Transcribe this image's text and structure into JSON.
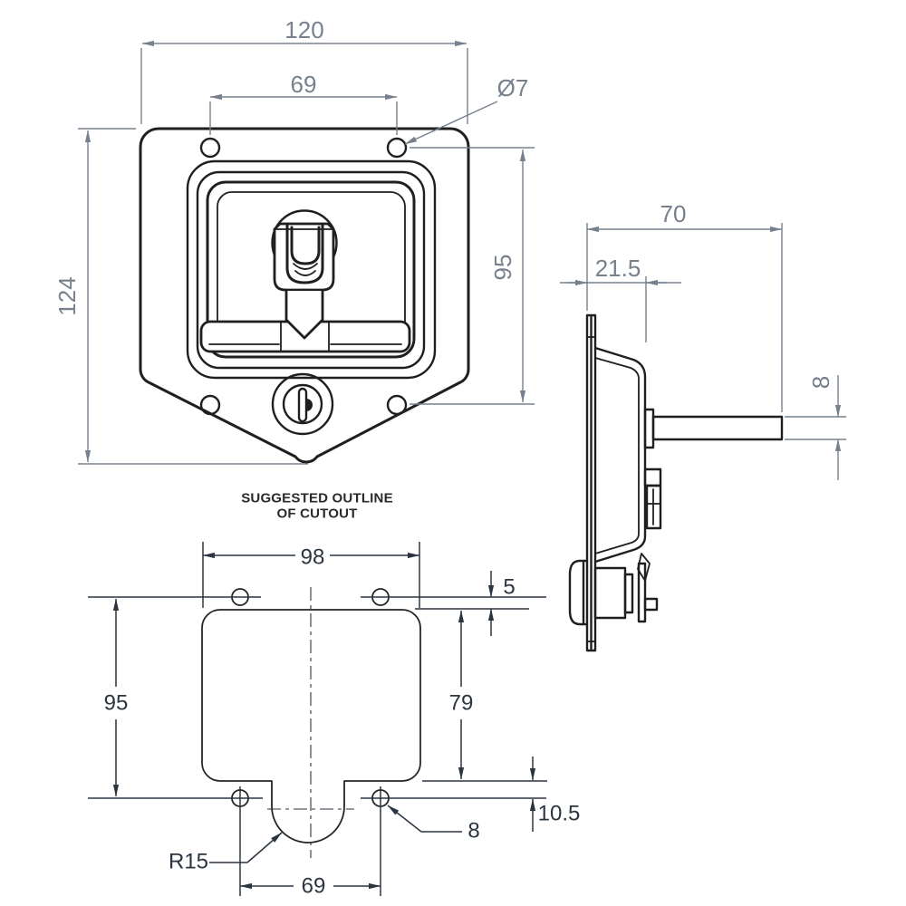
{
  "drawing": {
    "title_line1": "SUGGESTED OUTLINE",
    "title_line2": "OF CUTOUT",
    "front": {
      "width": "120",
      "hole_spacing": "69",
      "hole_dia": "Ø7",
      "height": "124",
      "hole_height": "95"
    },
    "side": {
      "depth": "70",
      "flange_offset": "21.5",
      "arm_thickness": "8"
    },
    "cutout": {
      "width": "98",
      "hole_top_offset": "5",
      "hole_height": "95",
      "height": "79",
      "bottom_offset": "10.5",
      "hole_dia": "8",
      "notch_radius": "R15",
      "hole_spacing": "69"
    },
    "colors": {
      "part_line": "#1f1f1f",
      "cutout_line": "#262626",
      "dimension_gray": "#76818d",
      "dimension_dark": "#2b3540",
      "background": "#ffffff"
    }
  }
}
